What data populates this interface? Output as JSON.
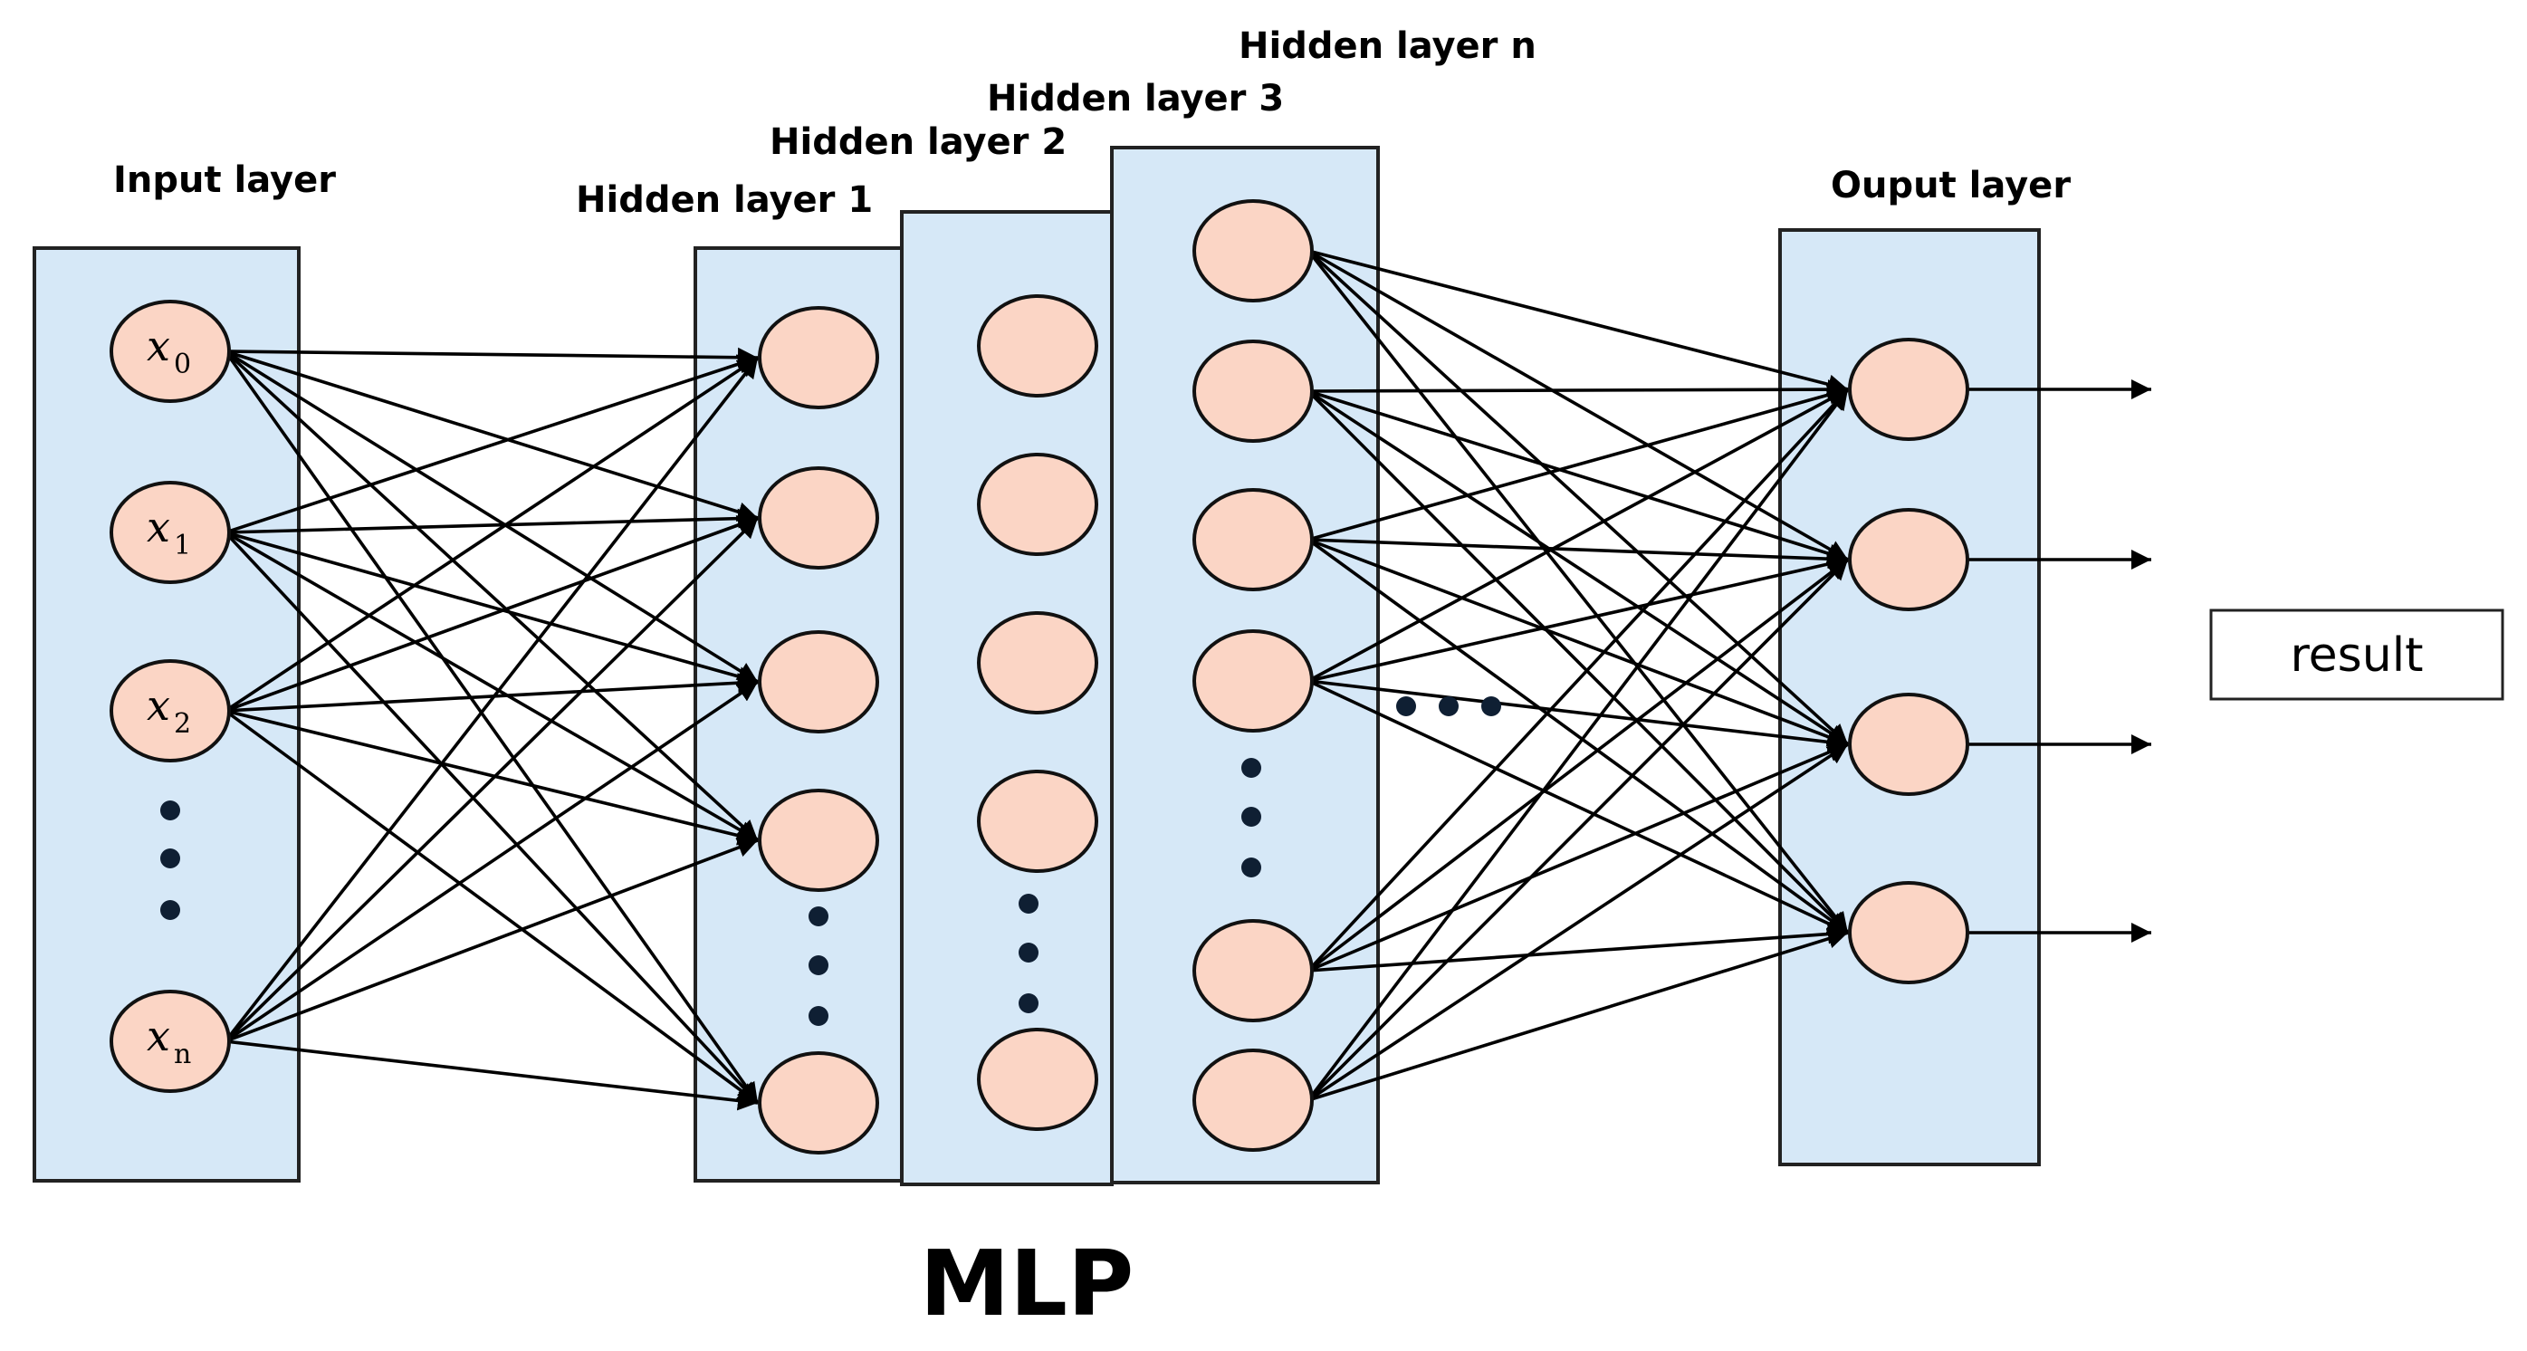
{
  "diagram": {
    "layers": {
      "input": {
        "title": "Input layer"
      },
      "hidden1": {
        "title": "Hidden layer 1"
      },
      "hidden2": {
        "title": "Hidden layer 2"
      },
      "hidden3": {
        "title": "Hidden layer 3"
      },
      "hiddenN": {
        "title": "Hidden layer n"
      },
      "output": {
        "title": "Ouput layer"
      }
    },
    "input_nodes": [
      {
        "var": "x",
        "sub": "0"
      },
      {
        "var": "x",
        "sub": "1"
      },
      {
        "var": "x",
        "sub": "2"
      },
      {
        "var": "x",
        "sub": "n"
      }
    ],
    "result_label": "result",
    "caption": "MLP",
    "colors": {
      "layer_fill": "#d6e8f7",
      "neuron_fill": "#fbd5c5",
      "edges": "#000000"
    }
  }
}
